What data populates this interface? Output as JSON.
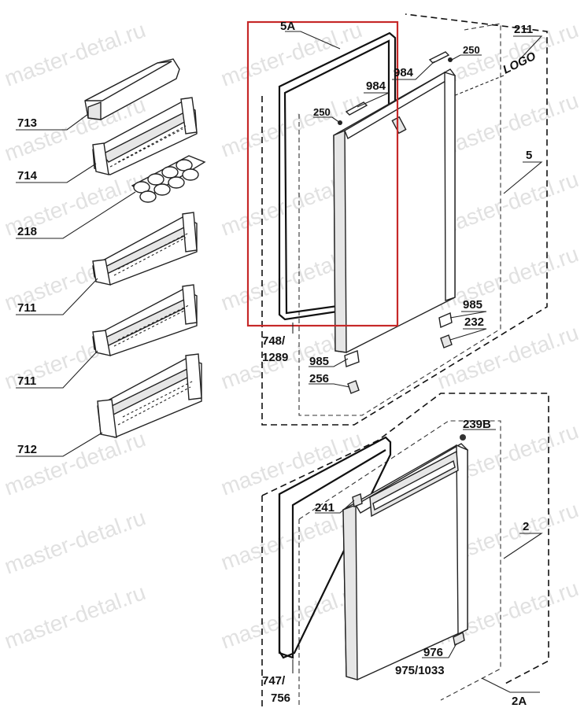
{
  "watermark": "master-detal.ru",
  "labels": {
    "l713": "713",
    "l714": "714",
    "l218": "218",
    "l711a": "711",
    "l711b": "711",
    "l712": "712",
    "l5A": "5A",
    "l984a": "984",
    "l984b": "984",
    "l250a": "250",
    "l250b": "250",
    "l211": "211",
    "logo": "LOGO",
    "l5": "5",
    "l985a": "985",
    "l232": "232",
    "l748": "748/",
    "l1289": "1289",
    "l985b": "985",
    "l256": "256",
    "l239B": "239B",
    "l241": "241",
    "l2": "2",
    "l976": "976",
    "l975": "975/1033",
    "l747": "747/",
    "l756": "756",
    "l2A": "2A"
  },
  "colors": {
    "highlight": "#c62828",
    "watermark": "#c9c9c9",
    "line": "#222222"
  }
}
